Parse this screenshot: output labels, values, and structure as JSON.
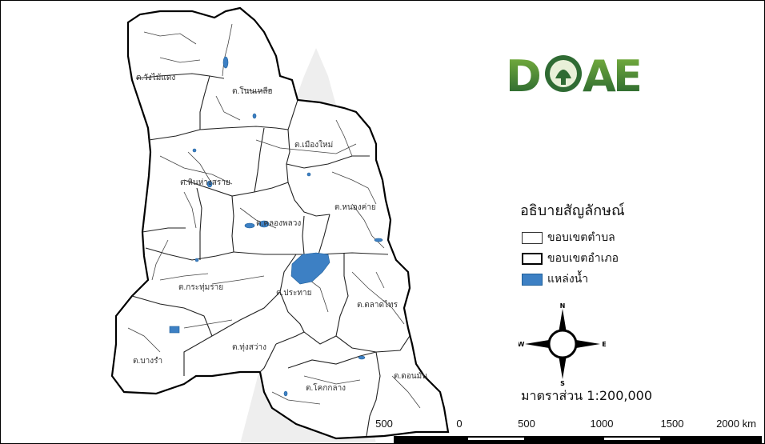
{
  "logo": {
    "letters": [
      "D",
      "A",
      "E"
    ],
    "colors": {
      "dark": "#1f5d2e",
      "light": "#7fb63f"
    }
  },
  "subdistricts": [
    "ต.วังไม้แดง",
    "ต.โนนเหลือ",
    "ต.เมืองใหม่",
    "ต.หินห่างสราย",
    "ต.หนองค่าย",
    "ต.คลองพลวง",
    "ต.กระทุ่มราย",
    "ต.ประทาย",
    "ต.ตลาดไทร",
    "ต.บางรำ",
    "ต.ทุ่งสว่าง",
    "ต.โคกกลาง",
    "ต.ดอนมัน"
  ],
  "legend": {
    "title": "อธิบายสัญลักษณ์",
    "items": [
      {
        "label": "ขอบเขตตำบล",
        "symbol": "subdistrict-boundary"
      },
      {
        "label": "ขอบเขตอำเภอ",
        "symbol": "district-boundary"
      },
      {
        "label": "แหล่งน้ำ",
        "symbol": "water",
        "color": "#3d80c4"
      }
    ]
  },
  "compass": {
    "n": "N",
    "s": "S",
    "e": "E",
    "w": "W"
  },
  "scale": {
    "text": "มาตราส่วน 1:200,000",
    "ticks": [
      "500",
      "0",
      "500",
      "1000",
      "1500",
      "2000 km"
    ]
  },
  "colors": {
    "water": "#3d80c4",
    "boundary": "#000000",
    "river": "#333333"
  }
}
